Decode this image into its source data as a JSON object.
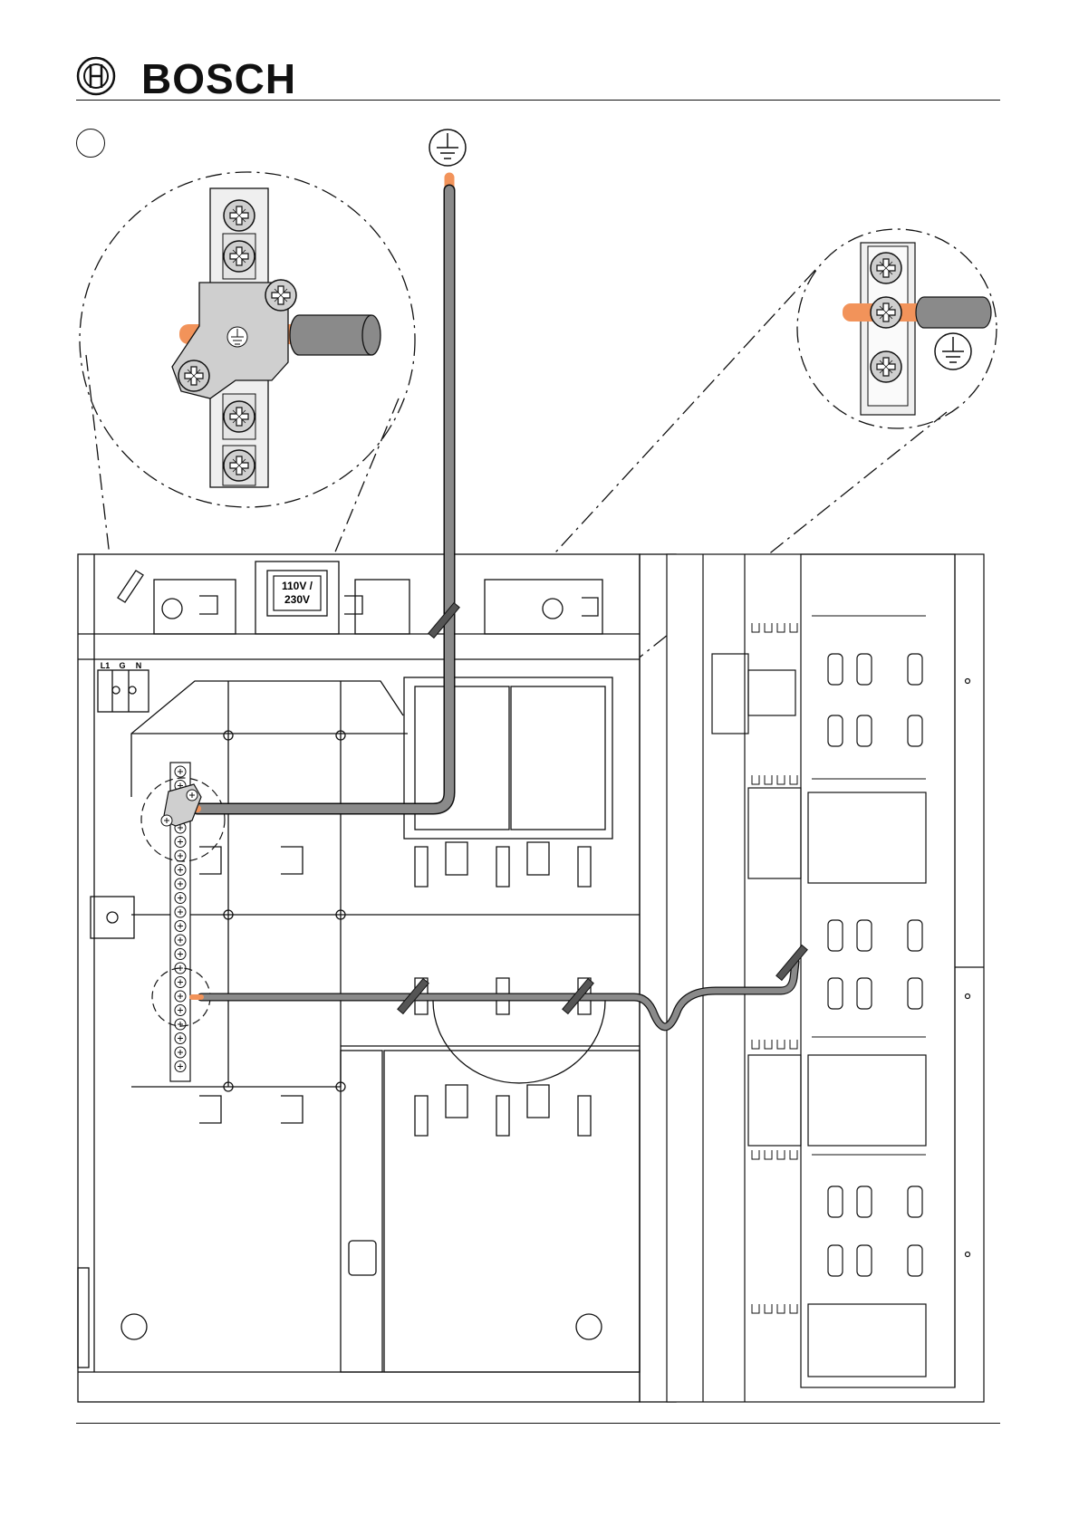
{
  "brand": {
    "name": "BOSCH",
    "logo_icon": "bosch-armature-logo"
  },
  "step_marker": {
    "icon": "step-circle"
  },
  "symbols": {
    "ground": "protective-earth-icon"
  },
  "labels": {
    "voltage": [
      "110V /",
      "230V"
    ],
    "terminal_l1": "L1",
    "terminal_g": "G",
    "terminal_n": "N"
  },
  "colors": {
    "earth_wire": "#f2935a",
    "cable_sheath": "#8a8a8a",
    "metal_part": "#cfcfcf",
    "line": "#111111"
  }
}
